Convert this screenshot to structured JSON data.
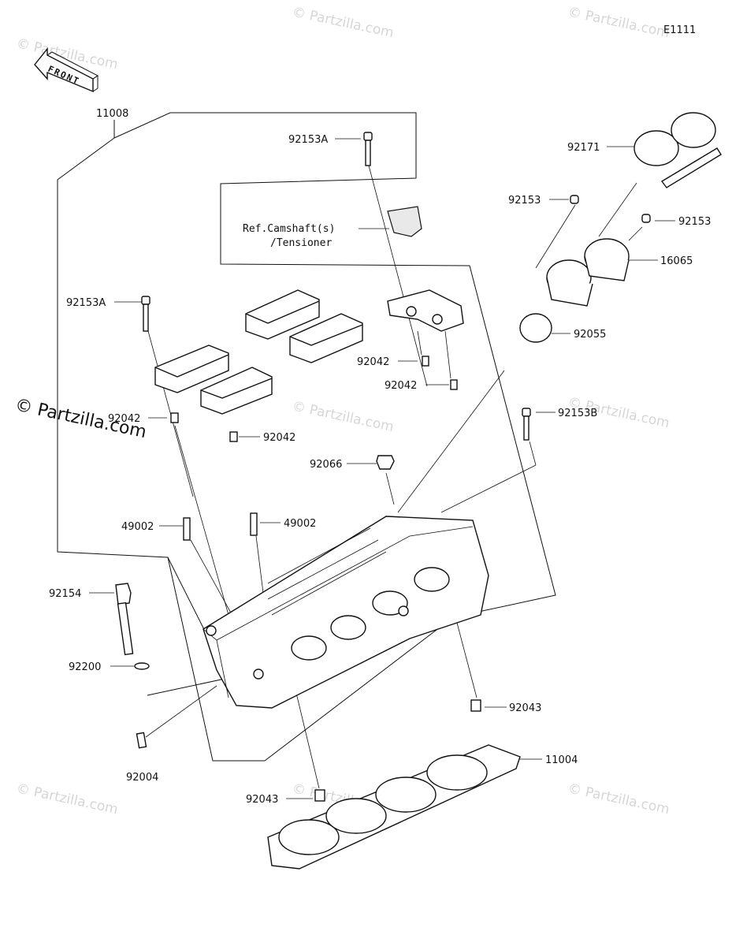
{
  "diagram_code": "E1111",
  "front_label": "FRONT",
  "watermark_text": "© Partzilla.com",
  "ref_note": {
    "line1": "Ref.Camshaft(s)",
    "line2": "/Tensioner"
  },
  "parts": {
    "p11008": "11008",
    "p92153A_top": "92153A",
    "p92153A_left": "92153A",
    "p92171": "92171",
    "p92153_a": "92153",
    "p92153_b": "92153",
    "p16065": "16065",
    "p92055": "92055",
    "p92042_a": "92042",
    "p92042_b": "92042",
    "p92042_c": "92042",
    "p92042_d": "92042",
    "p92153B": "92153B",
    "p92066": "92066",
    "p49002_a": "49002",
    "p49002_b": "49002",
    "p92154": "92154",
    "p92200": "92200",
    "p92004": "92004",
    "p92043_a": "92043",
    "p92043_b": "92043",
    "p11004": "11004"
  }
}
